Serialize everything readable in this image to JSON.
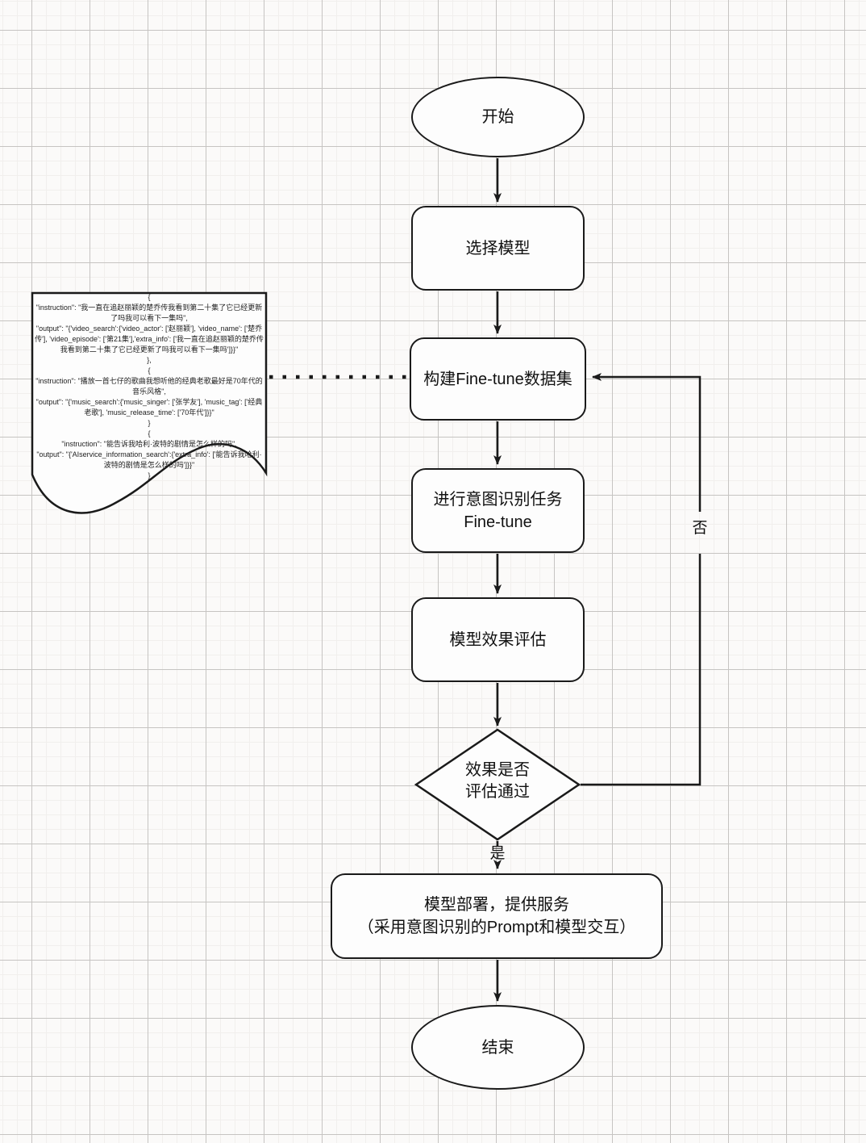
{
  "canvas": {
    "background": "#fbfaf9",
    "grid_major_color": "#c6c4c2",
    "grid_minor_color": "#f1efed",
    "shape_stroke_color": "#1a1a1a",
    "shape_fill_color": "#fdfdfd"
  },
  "nodes": {
    "start": {
      "label": "开始"
    },
    "select_model": {
      "label": "选择模型"
    },
    "build_dataset": {
      "label": "构建Fine-tune数据集"
    },
    "finetune_task": {
      "line1": "进行意图识别任务",
      "line2": "Fine-tune"
    },
    "evaluate": {
      "label": "模型效果评估"
    },
    "decision": {
      "line1": "效果是否",
      "line2": "评估通过"
    },
    "deploy": {
      "line1": "模型部署，提供服务",
      "line2": "（采用意图识别的Prompt和模型交互）"
    },
    "end": {
      "label": "结束"
    }
  },
  "edges": {
    "yes_label": "是",
    "no_label": "否"
  },
  "document": {
    "lines": [
      "{",
      "\"instruction\": \"我一直在追赵丽颖的楚乔传我看到第二十集了它已经更新",
      "了吗我可以看下一集吗\",",
      "\"output\": \"{'video_search':{'video_actor': ['赵丽颖'], 'video_name': ['楚乔",
      "传'], 'video_episode': ['第21集'],'extra_info': ['我一直在追赵丽颖的楚乔传",
      "我看到第二十集了它已经更新了吗我可以看下一集吗']}}\"",
      "},",
      "{",
      "\"instruction\": \"播放一首七仔的歌曲我想听他的经典老歌最好是70年代的",
      "音乐风格\",",
      "\"output\": \"{'music_search':{'music_singer': ['张学友'], 'music_tag': ['经典",
      "老歌'], 'music_release_time': ['70年代']}}\"",
      "}",
      "{",
      "\"instruction\": \"能告诉我哈利·波特的剧情是怎么样的吗\",",
      "\"output\": \"{'AIservice_information_search':{'extra_info': ['能告诉我哈利·",
      "波特的剧情是怎么样的吗']}}\"",
      "}"
    ]
  }
}
